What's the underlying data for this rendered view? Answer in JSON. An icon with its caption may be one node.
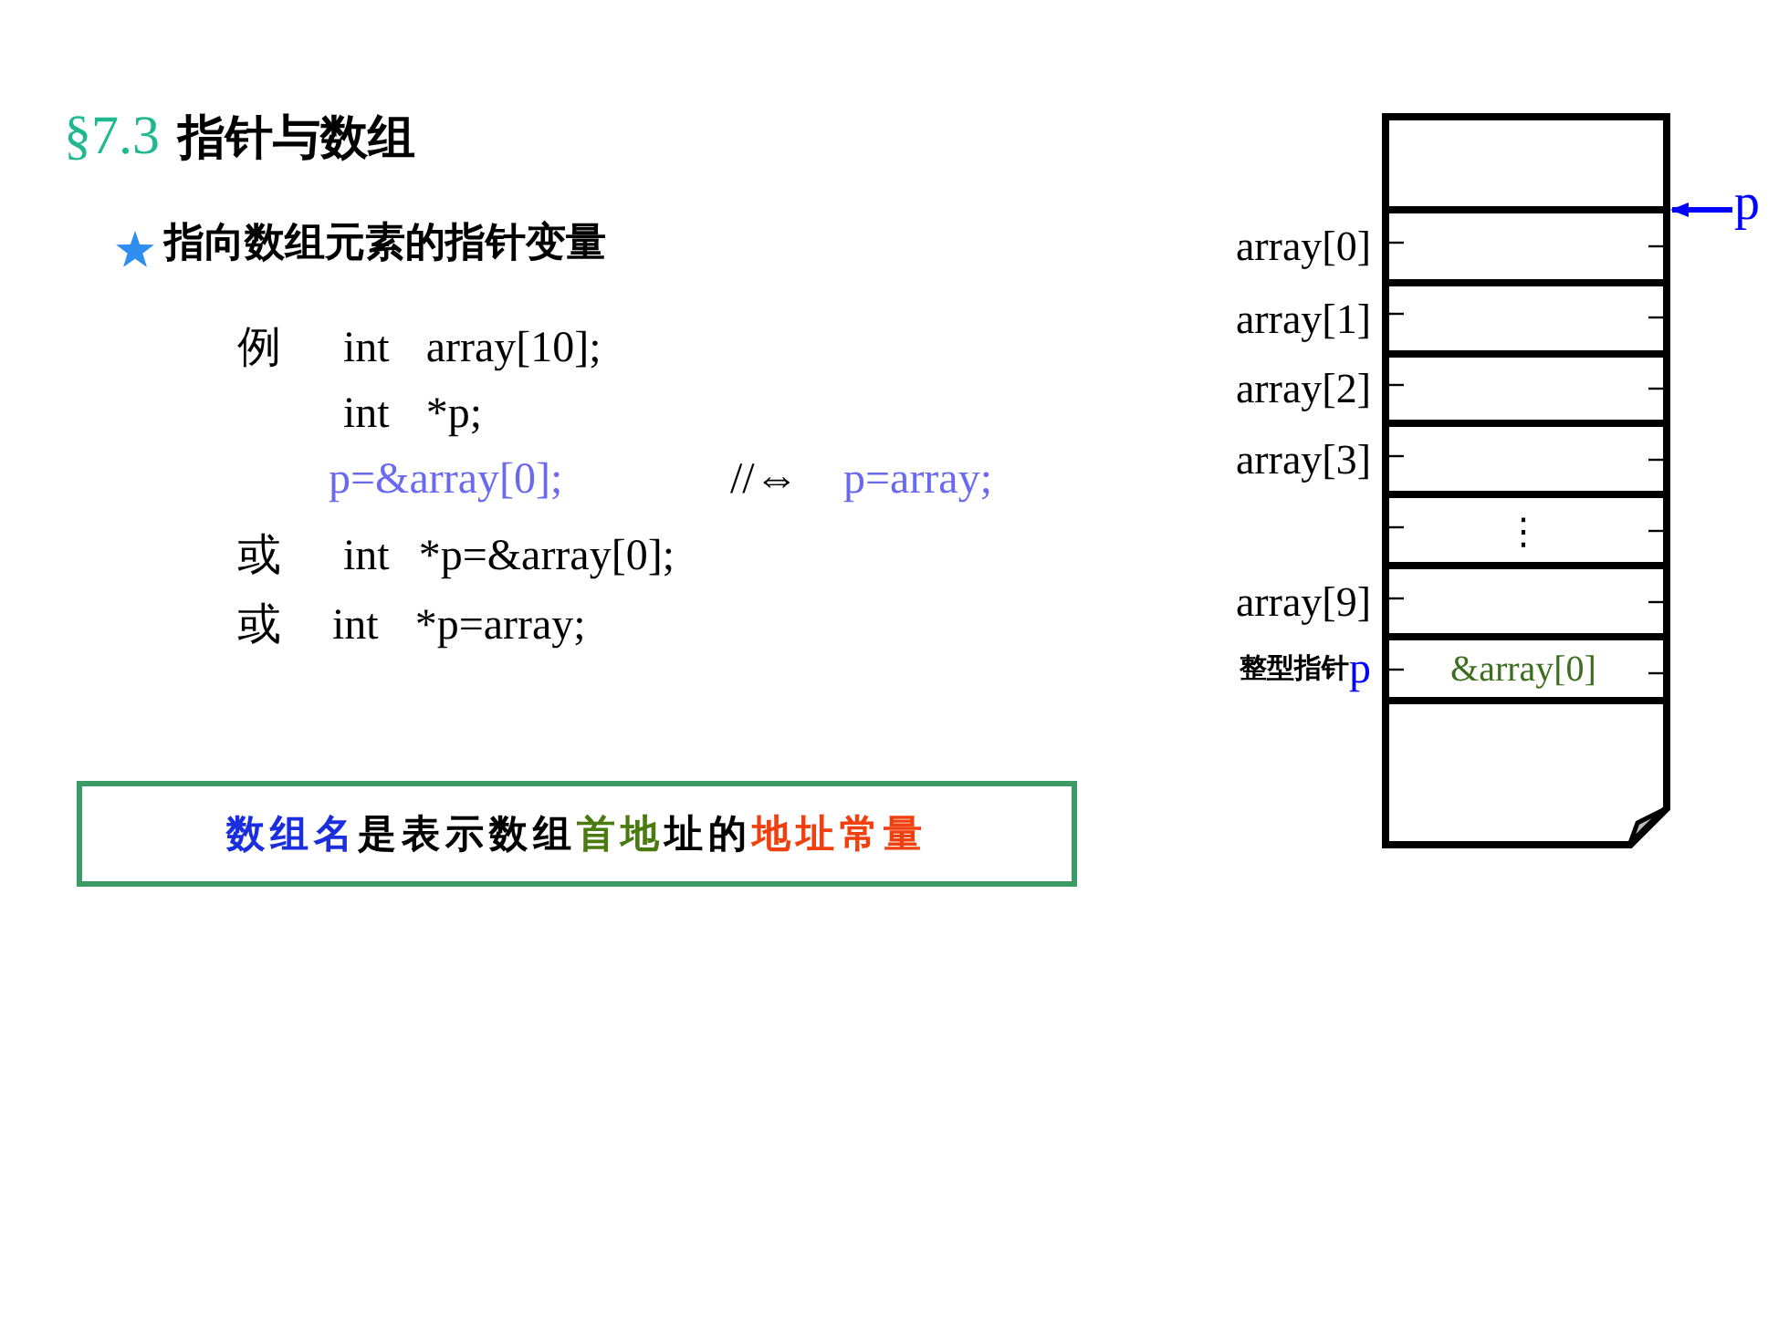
{
  "diagram": {
    "title": "§7.3 指针与数组",
    "nodes": [
      {
        "text": [],
        "shape": "box"
      },
      {
        "text": [],
        "shape": "box",
        "beside": [
          "array[0]"
        ],
        "in": 0
      },
      {
        "text": [],
        "shape": "box",
        "beside": [
          "array[1]"
        ],
        "in": 0
      },
      {
        "text": [],
        "shape": "box",
        "beside": [
          "array[2]"
        ],
        "in": 0
      },
      {
        "text": [],
        "shape": "box",
        "beside": [
          "array[3]"
        ],
        "in": 0
      },
      {
        "text": [
          "⋮"
        ],
        "in": 0
      },
      {
        "text": [],
        "shape": "box",
        "beside": [
          "array[9]"
        ],
        "in": 0
      },
      {
        "text": [
          "&array[0]"
        ],
        "beside": [
          "整型指针",
          "p"
        ],
        "in": 0
      },
      {
        "text": [
          "p"
        ]
      },
      {
        "text": [
          "数组名",
          "是表示数组",
          "首地",
          "址的",
          "地址常量"
        ]
      }
    ],
    "edges": [
      {
        "from": 8,
        "to": 1,
        "arrow": "to"
      }
    ],
    "labels": [
      "指向数组元素的指针变量",
      "例",
      "int array[10];",
      "int *p;",
      "p=&array[0];",
      "//⇔",
      "p=array;",
      "或",
      "int *p=&array[0];",
      "或",
      "int *p=array;"
    ]
  }
}
